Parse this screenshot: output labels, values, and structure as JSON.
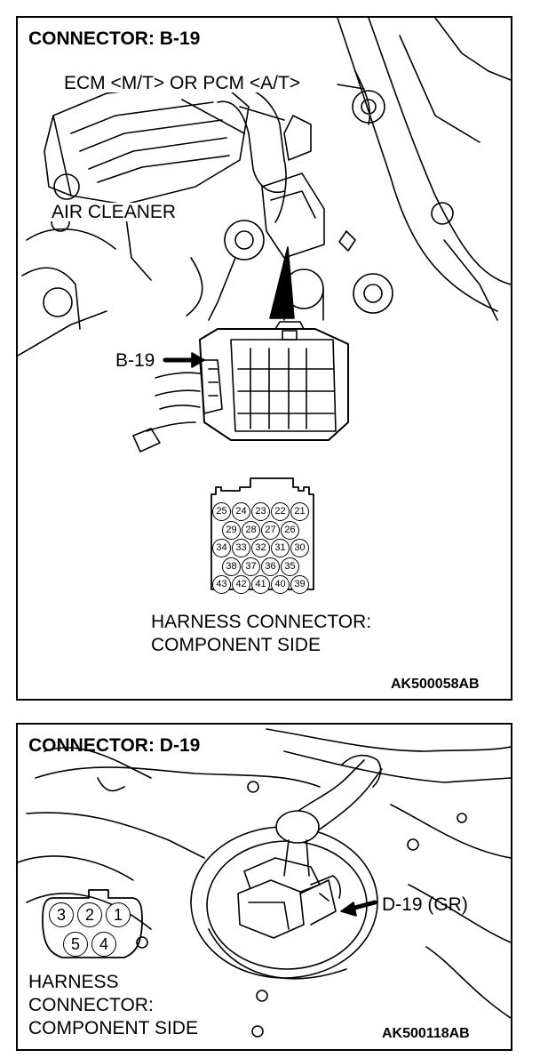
{
  "panel_b19": {
    "title": "CONNECTOR: B-19",
    "ecm_label": "ECM <M/T> OR PCM <A/T>",
    "air_cleaner_label": "AIR CLEANER",
    "connector_callout": "B-19",
    "harness_caption_line1": "HARNESS CONNECTOR:",
    "harness_caption_line2": "COMPONENT SIDE",
    "figure_code": "AK500058AB",
    "pin_rows": [
      [
        "25",
        "24",
        "23",
        "22",
        "21"
      ],
      [
        "29",
        "28",
        "27",
        "26"
      ],
      [
        "34",
        "33",
        "32",
        "31",
        "30"
      ],
      [
        "38",
        "37",
        "36",
        "35"
      ],
      [
        "43",
        "42",
        "41",
        "40",
        "39"
      ]
    ]
  },
  "panel_d19": {
    "title": "CONNECTOR: D-19",
    "connector_callout": "D-19 (GR)",
    "harness_caption_line1": "HARNESS",
    "harness_caption_line2": "CONNECTOR:",
    "harness_caption_line3": "COMPONENT SIDE",
    "figure_code": "AK500118AB",
    "pin_rows": [
      [
        "3",
        "2",
        "1"
      ],
      [
        "5",
        "4"
      ]
    ]
  }
}
